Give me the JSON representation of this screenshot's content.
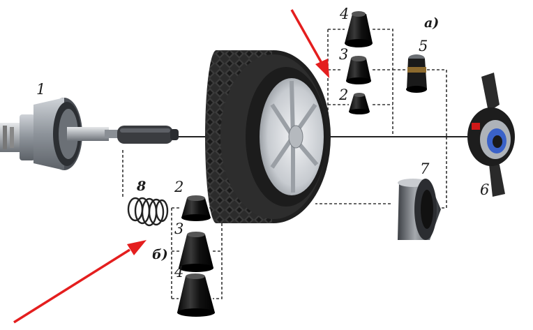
{
  "labels": {
    "n1": "1",
    "n2_top": "2",
    "n3_top": "3",
    "n4_top": "4",
    "n5": "5",
    "n6": "6",
    "n7": "7",
    "n8": "8",
    "n2_bot": "2",
    "n3_bot": "3",
    "n4_bot": "4",
    "group_a": "а)",
    "group_b": "б)"
  },
  "colors": {
    "arrow": "#e41e1e",
    "cone": "#111111",
    "tire": "#2a2a2a",
    "rim": "#d9dce0",
    "metal": "#9aa0a6",
    "dash": "#333333"
  }
}
